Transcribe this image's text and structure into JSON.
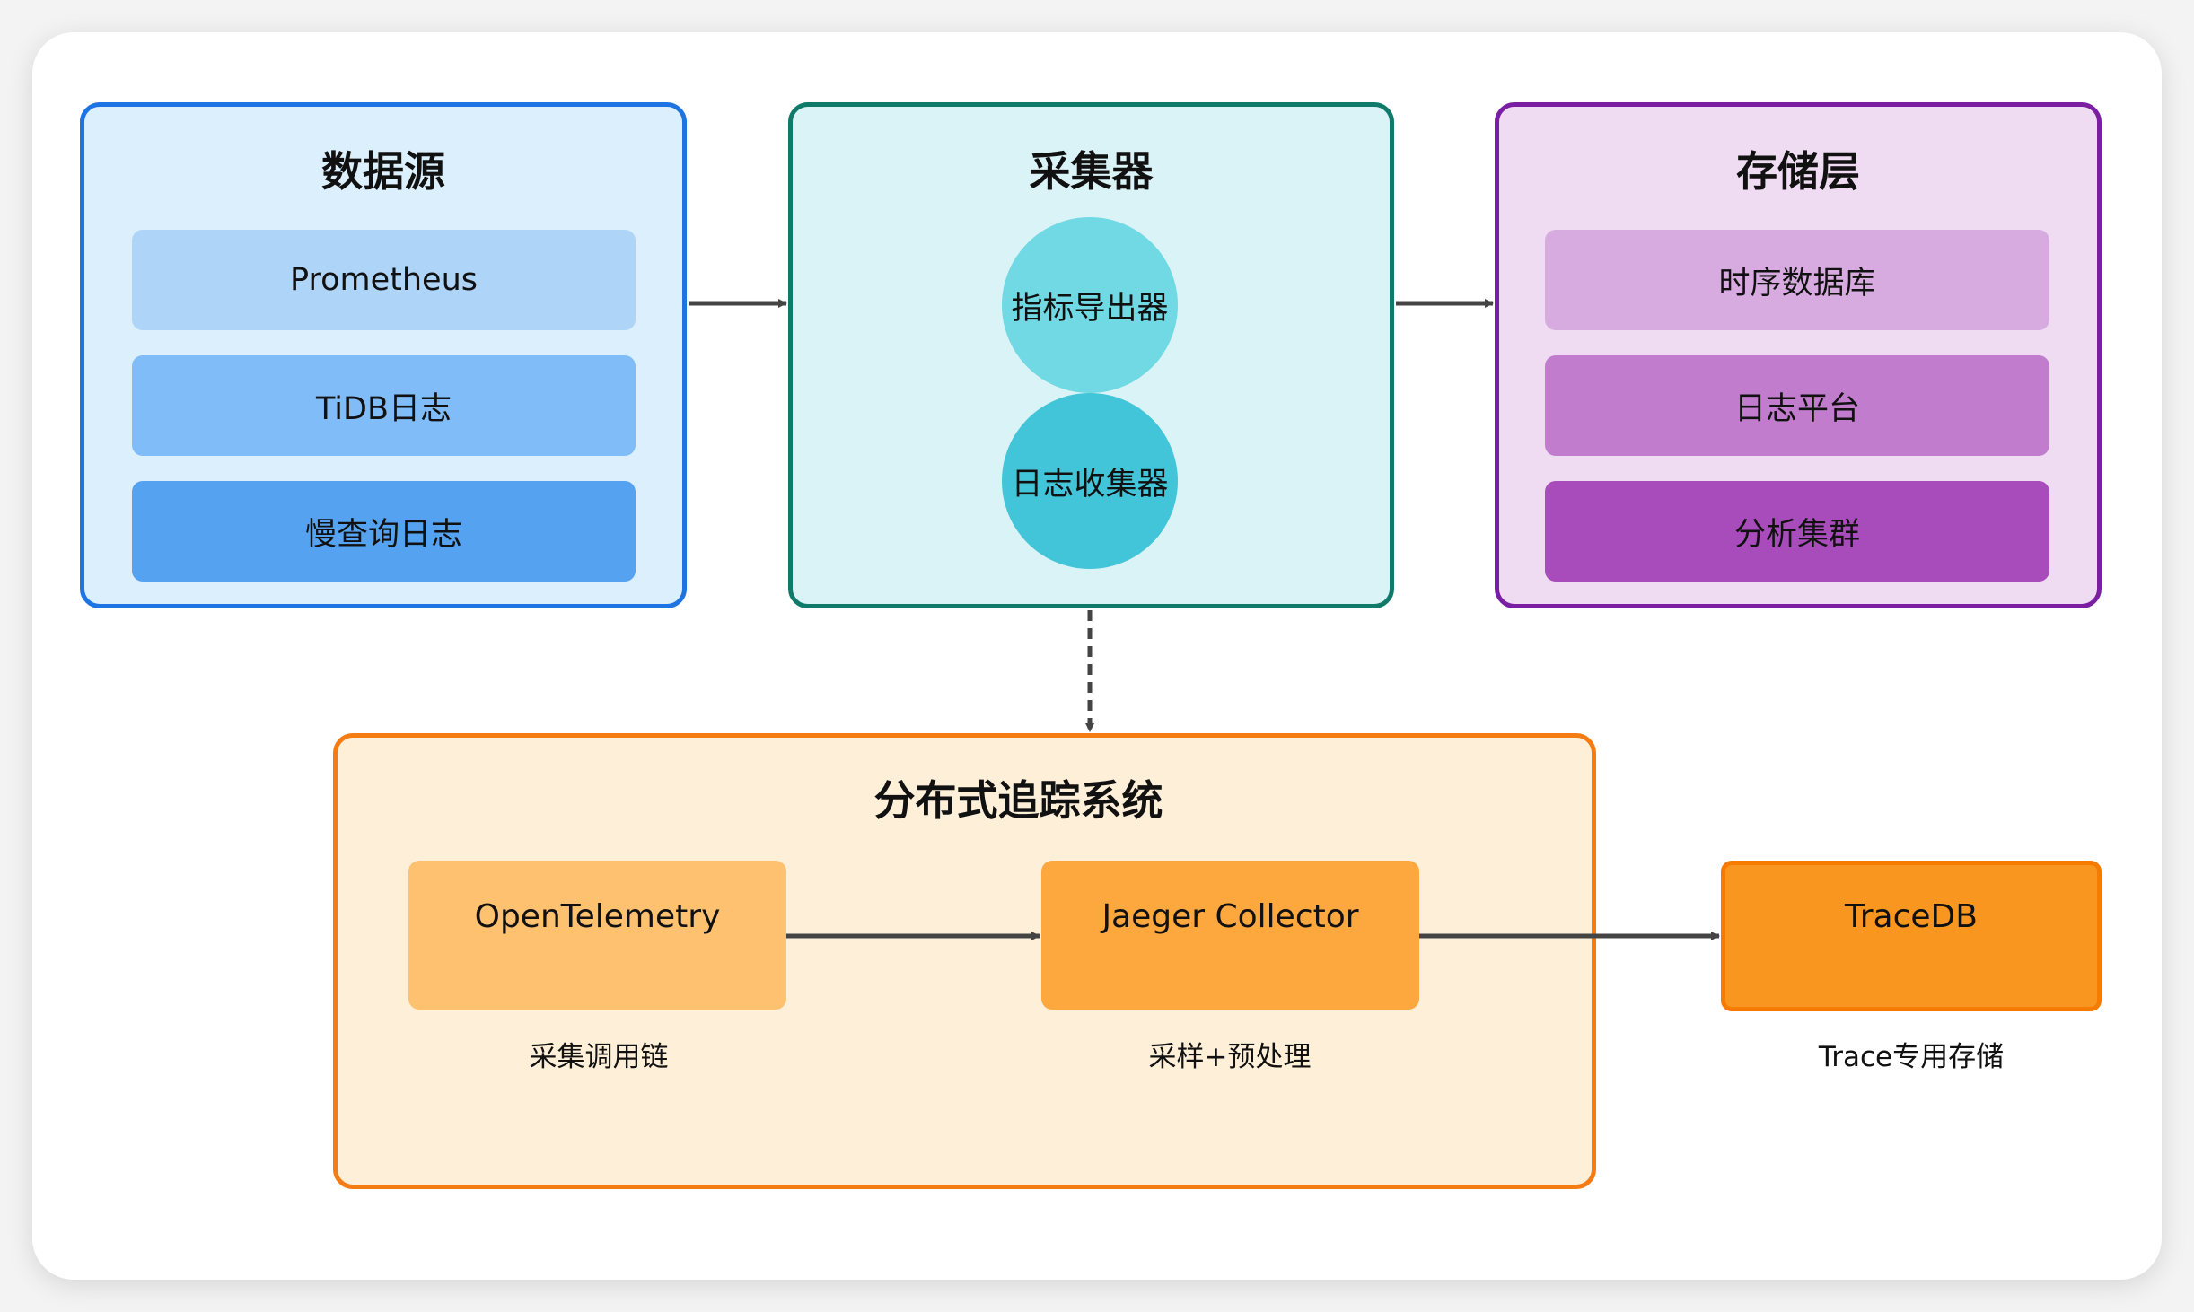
{
  "groups": {
    "data_source": {
      "title": "数据源",
      "items": [
        "Prometheus",
        "TiDB日志",
        "慢查询日志"
      ]
    },
    "collector": {
      "title": "采集器",
      "items": [
        "指标导出器",
        "日志收集器"
      ]
    },
    "storage": {
      "title": "存储层",
      "items": [
        "时序数据库",
        "日志平台",
        "分析集群"
      ]
    },
    "tracing": {
      "title": "分布式追踪系统",
      "nodes": [
        {
          "label": "OpenTelemetry",
          "caption": "采集调用链"
        },
        {
          "label": "Jaeger Collector",
          "caption": "采样+预处理"
        }
      ]
    }
  },
  "external": {
    "label": "TraceDB",
    "caption": "Trace专用存储"
  },
  "colors": {
    "data_source_border": "#1e74e3",
    "collector_border": "#0f7a69",
    "storage_border": "#7b1fa2",
    "tracing_border": "#f57c12",
    "arrow": "#444444"
  }
}
